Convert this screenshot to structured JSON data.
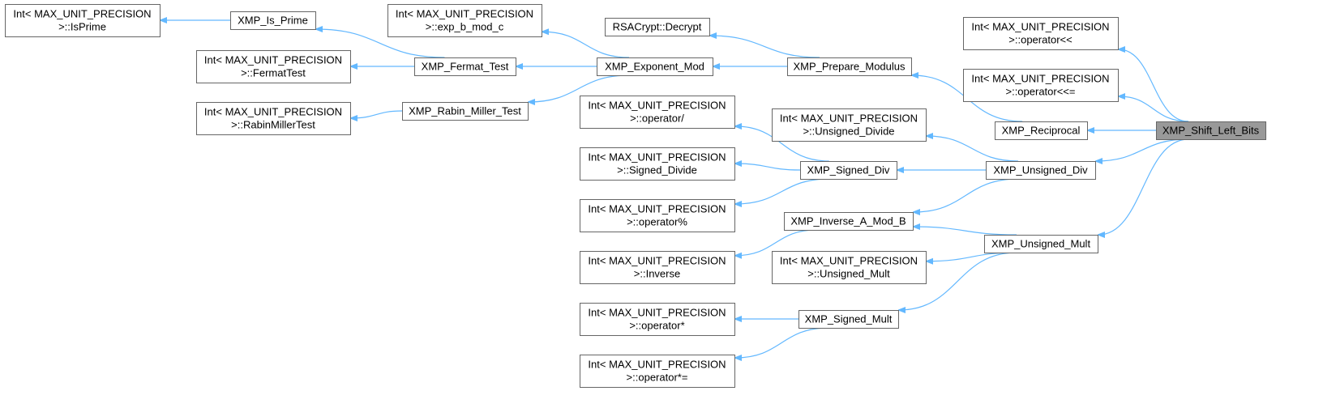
{
  "colors": {
    "edge": "#63b8ff",
    "node_border": "#666666",
    "root_fill": "#999999"
  },
  "nodes": {
    "n1": [
      "Int< MAX_UNIT_PRECISION",
      ">::IsPrime"
    ],
    "n2": [
      "XMP_Is_Prime"
    ],
    "n3": [
      "Int< MAX_UNIT_PRECISION",
      ">::FermatTest"
    ],
    "n4": [
      "XMP_Fermat_Test"
    ],
    "n5": [
      "Int< MAX_UNIT_PRECISION",
      ">::RabinMillerTest"
    ],
    "n6": [
      "XMP_Rabin_Miller_Test"
    ],
    "n7": [
      "Int< MAX_UNIT_PRECISION",
      ">::exp_b_mod_c"
    ],
    "n8": [
      "XMP_Exponent_Mod"
    ],
    "n9": [
      "RSACrypt::Decrypt"
    ],
    "n10": [
      "XMP_Prepare_Modulus"
    ],
    "n11": [
      "Int< MAX_UNIT_PRECISION",
      ">::operator/"
    ],
    "n12": [
      "Int< MAX_UNIT_PRECISION",
      ">::Signed_Divide"
    ],
    "n13": [
      "Int< MAX_UNIT_PRECISION",
      ">::operator%"
    ],
    "n14": [
      "Int< MAX_UNIT_PRECISION",
      ">::Inverse"
    ],
    "n15": [
      "Int< MAX_UNIT_PRECISION",
      ">::operator*"
    ],
    "n16": [
      "Int< MAX_UNIT_PRECISION",
      ">::operator*="
    ],
    "n17": [
      "Int< MAX_UNIT_PRECISION",
      ">::Unsigned_Divide"
    ],
    "n18": [
      "XMP_Signed_Div"
    ],
    "n19": [
      "XMP_Inverse_A_Mod_B"
    ],
    "n20": [
      "Int< MAX_UNIT_PRECISION",
      ">::Unsigned_Mult"
    ],
    "n21": [
      "XMP_Signed_Mult"
    ],
    "n22": [
      "Int< MAX_UNIT_PRECISION",
      ">::operator<<"
    ],
    "n23": [
      "Int< MAX_UNIT_PRECISION",
      ">::operator<<="
    ],
    "n24": [
      "XMP_Reciprocal"
    ],
    "n25": [
      "XMP_Unsigned_Div"
    ],
    "n26": [
      "XMP_Unsigned_Mult"
    ],
    "n27": [
      "XMP_Shift_Left_Bits"
    ]
  },
  "edges": [
    [
      "n2",
      "n1"
    ],
    [
      "n4",
      "n2"
    ],
    [
      "n4",
      "n3"
    ],
    [
      "n6",
      "n5"
    ],
    [
      "n8",
      "n4"
    ],
    [
      "n8",
      "n6"
    ],
    [
      "n8",
      "n7"
    ],
    [
      "n10",
      "n8"
    ],
    [
      "n10",
      "n9"
    ],
    [
      "n18",
      "n11"
    ],
    [
      "n18",
      "n12"
    ],
    [
      "n18",
      "n13"
    ],
    [
      "n19",
      "n14"
    ],
    [
      "n21",
      "n15"
    ],
    [
      "n21",
      "n16"
    ],
    [
      "n24",
      "n10"
    ],
    [
      "n25",
      "n17"
    ],
    [
      "n25",
      "n18"
    ],
    [
      "n25",
      "n19"
    ],
    [
      "n26",
      "n19"
    ],
    [
      "n26",
      "n20"
    ],
    [
      "n26",
      "n21"
    ],
    [
      "n27",
      "n22"
    ],
    [
      "n27",
      "n23"
    ],
    [
      "n27",
      "n24"
    ],
    [
      "n27",
      "n25"
    ],
    [
      "n27",
      "n26"
    ]
  ]
}
